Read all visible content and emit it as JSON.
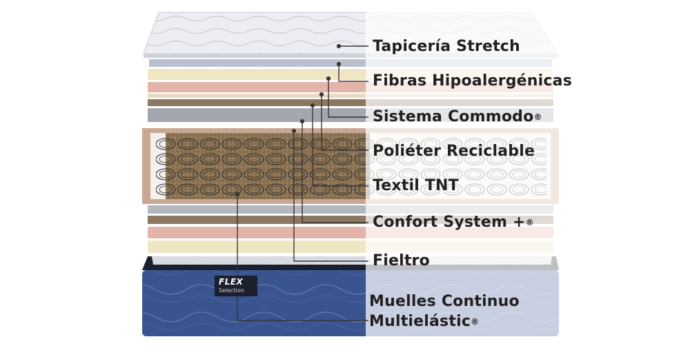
{
  "brand": {
    "name": "FLEX",
    "line": "Selection"
  },
  "layers": [
    {
      "name": "Tapicería Stretch",
      "reg": ""
    },
    {
      "name": "Fibras Hipoalergénicas",
      "reg": ""
    },
    {
      "name": "Sistema Commodo",
      "reg": "®"
    },
    {
      "name": "Poliéter Reciclable",
      "reg": ""
    },
    {
      "name": "Textil TNT",
      "reg": ""
    },
    {
      "name": "Confort System +",
      "reg": "®"
    },
    {
      "name": "Fieltro",
      "reg": ""
    },
    {
      "name": "Muelles Continuo",
      "reg": ""
    },
    {
      "name": "Multielástic",
      "reg": "®"
    }
  ],
  "colors": {
    "label_text": "#231f20",
    "leader_line": "#3a3535",
    "base_fabric": "#3a5490",
    "pink_layer": "#e3b4aa",
    "cream_layer": "#efe6c4",
    "grey_layer": "#a9aab3",
    "spring_core": "#8a7253"
  }
}
